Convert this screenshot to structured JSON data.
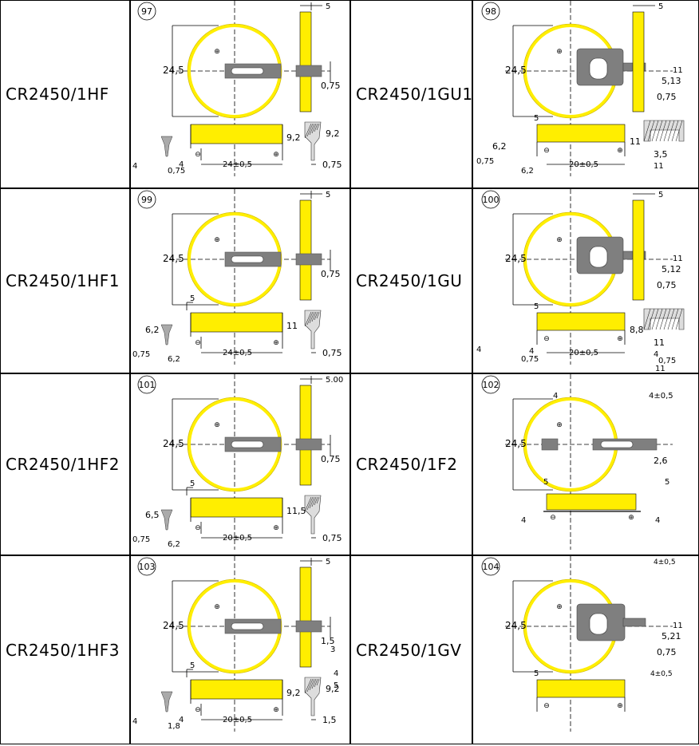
{
  "colors": {
    "cell_fill": "#ffee00",
    "cell_edge": "#c8b000",
    "tab": "#7f7f7f",
    "line": "#000000"
  },
  "rows": [
    {
      "left": {
        "model": "CR2450/1HF",
        "index": "97",
        "dia": "24,5",
        "w": "5",
        "t1": "0,75",
        "h": "9,2",
        "h2": "9,2",
        "lead": "4",
        "lead2": "0,75",
        "lead3": "4",
        "pitch": "24±0,5",
        "tip": "0,75"
      },
      "right": {
        "model": "CR2450/1GU1",
        "index": "98",
        "dia": "24,5",
        "w": "5",
        "d1": "11",
        "d2": "5,13",
        "d3": "0,75",
        "h0": "5",
        "h": "11",
        "side": "6,2",
        "lead": "0,75",
        "lead2": "6,2",
        "pitch": "20±0,5",
        "t1": "3,5",
        "t2": "11"
      }
    },
    {
      "left": {
        "model": "CR2450/1HF1",
        "index": "99",
        "dia": "24,5",
        "w": "5",
        "t1": "0,75",
        "h0": "5",
        "h": "11",
        "side": "6,2",
        "lead": "0,75",
        "lead2": "6,2",
        "pitch": "24±0,5",
        "tip": "0,75"
      },
      "right": {
        "model": "CR2450/1GU",
        "index": "100",
        "dia": "24,5",
        "w": "5",
        "d1": "11",
        "d2": "5,12",
        "d3": "0,75",
        "h0": "5",
        "h": "8,8",
        "lead": "4",
        "lead2": "0,75",
        "lead3": "4",
        "pitch": "20±0,5",
        "t1": "11",
        "t2": "4",
        "t3": "0,75",
        "t4": "11"
      }
    },
    {
      "left": {
        "model": "CR2450/1HF2",
        "index": "101",
        "dia": "24,5",
        "w": "5.00",
        "t1": "0,75",
        "h0": "5",
        "h": "11,5",
        "side": "6,5",
        "lead": "0,75",
        "lead2": "6,2",
        "pitch": "20±0,5",
        "tip": "0,75"
      },
      "right": {
        "model": "CR2450/1F2",
        "index": "102",
        "dia": "24,5",
        "w": "4",
        "w2": "4±0,5",
        "d1": "2,6",
        "h0": "5",
        "h1": "5",
        "lead": "4",
        "lead2": "4"
      }
    },
    {
      "left": {
        "model": "CR2450/1HF3",
        "index": "103",
        "dia": "24,5",
        "w": "5",
        "t1": "1,5",
        "t2": "3",
        "h0": "5",
        "h": "9,2",
        "h2": "9,2",
        "s1": "4",
        "s2": "5",
        "lead": "4",
        "lead2": "1,8",
        "lead3": "4",
        "pitch": "20±0,5",
        "tip": "1,5"
      },
      "right": {
        "model": "CR2450/1GV",
        "index": "104",
        "dia": "24,5",
        "w": "4±0,5",
        "d1": "11",
        "d2": "5,21",
        "d3": "0,75",
        "h0": "5",
        "w2": "4±0,5"
      }
    }
  ]
}
